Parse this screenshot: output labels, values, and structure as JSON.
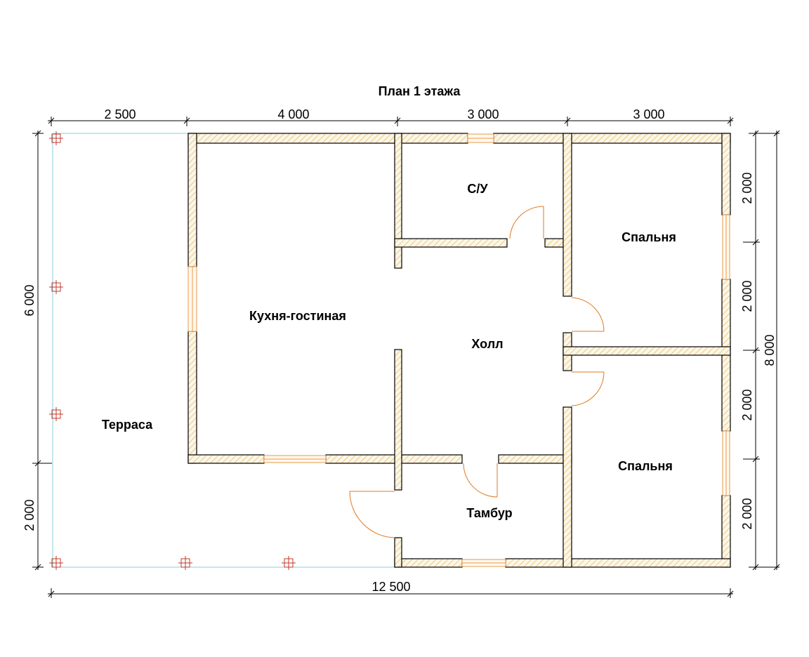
{
  "title": "План 1 этажа",
  "rooms": {
    "kitchen": "Кухня-гостиная",
    "bath": "С/У",
    "bedroom_top": "Спальня",
    "bedroom_bottom": "Спальня",
    "hall": "Холл",
    "vestibule": "Тамбур",
    "terrace": "Терраса"
  },
  "dimensions": {
    "top": [
      "2 500",
      "4 000",
      "3 000",
      "3 000"
    ],
    "bottom": "12 500",
    "left_upper": "6 000",
    "left_lower": "2 000",
    "right_inner": [
      "2 000",
      "2 000",
      "2 000",
      "2 000"
    ],
    "right_outer": "8 000"
  },
  "colors": {
    "wall_hatch": "#e8c98a",
    "window": "#e89a4a",
    "door_arc": "#e07a20",
    "terrace_line": "#8ecfd6",
    "post": "#c0392b"
  }
}
